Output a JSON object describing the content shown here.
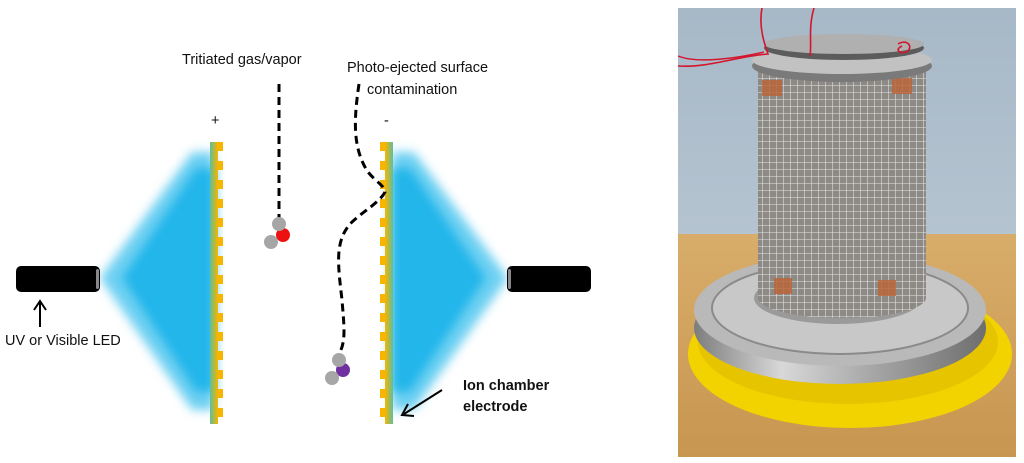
{
  "diagram": {
    "labels": {
      "tritiated": "Tritiated gas/vapor",
      "photo_ejected_line1": "Photo-ejected surface",
      "photo_ejected_line2": "contamination",
      "plus": "+",
      "minus": "-",
      "led": "UV or Visible LED",
      "electrode_line1": "Ion chamber",
      "electrode_line2": "electrode"
    },
    "colors": {
      "electrode": "#f7b500",
      "light": "#21b6ea",
      "led_body": "#000000",
      "molecule_atom": "#a6a6a6",
      "molecule_center_gas": "#ee1111",
      "molecule_center_surface": "#7030a0"
    },
    "icons": {
      "led_left": "led-icon",
      "led_right": "led-icon",
      "molecule_gas": "molecule-icon",
      "molecule_surface": "molecule-icon"
    }
  },
  "photo": {
    "subject": "cylindrical wire-mesh ion chamber on steel flange over yellow lid",
    "colors": {
      "wall": "#a9bccb",
      "table": "#d2a35c",
      "lid": "#f5d800",
      "steel": "#b8b8b8"
    }
  }
}
